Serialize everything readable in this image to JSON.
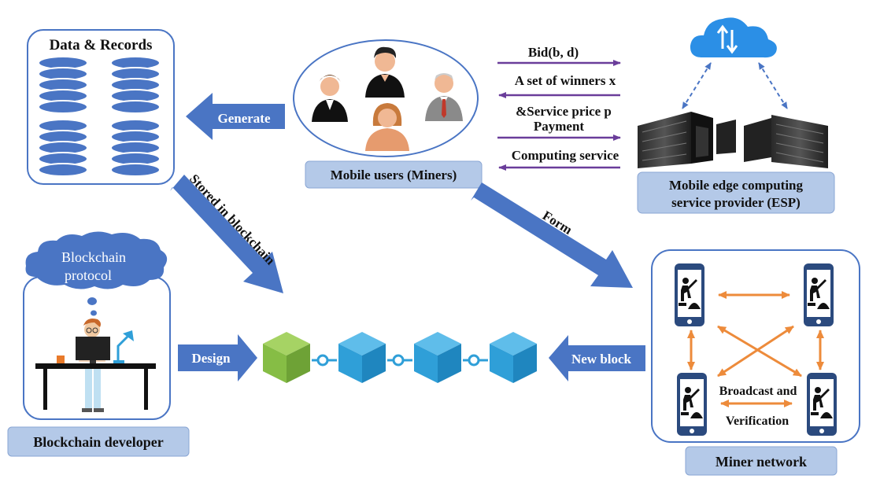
{
  "data_records": {
    "title": "Data & Records"
  },
  "arrows": {
    "generate": "Generate",
    "stored": "Stored in blockchain",
    "form": "Form",
    "design": "Design",
    "new_block": "New block"
  },
  "mobile_users": {
    "label": "Mobile users (Miners)"
  },
  "messages": {
    "bid": "Bid(b, d)",
    "winners": "A set of winners x",
    "price": "&Service price p",
    "payment": "Payment",
    "computing": "Computing service"
  },
  "esp": {
    "line1": "Mobile edge computing",
    "line2": "service provider (ESP)"
  },
  "developer": {
    "thought1": "Blockchain",
    "thought2": "protocol",
    "label": "Blockchain developer"
  },
  "miner_network": {
    "broadcast1": "Broadcast and",
    "broadcast2": "Verification",
    "label": "Miner network"
  },
  "colors": {
    "blue_arrow": "#4a75c4",
    "purple_arrow": "#6a3d9a",
    "orange_arrow": "#ed8b3b",
    "label_box": "#b4c9e8",
    "cube_green": "#86bd45",
    "cube_blue": "#2f9fd8"
  },
  "icons": [
    "database-icon",
    "user-icon",
    "cloud-icon",
    "server-icon",
    "phone-miner-icon",
    "cube-icon",
    "developer-icon"
  ]
}
